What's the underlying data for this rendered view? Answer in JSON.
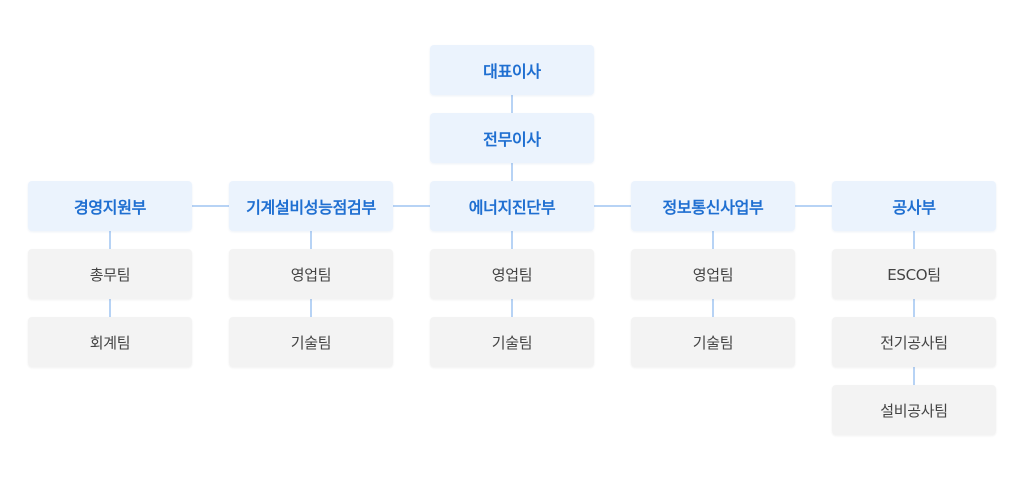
{
  "org": {
    "ceo": "대표이사",
    "executive_director": "전무이사",
    "departments": [
      {
        "name": "경영지원부",
        "teams": [
          "총무팀",
          "회계팀"
        ]
      },
      {
        "name": "기계설비성능점검부",
        "teams": [
          "영업팀",
          "기술팀"
        ]
      },
      {
        "name": "에너지진단부",
        "teams": [
          "영업팀",
          "기술팀"
        ]
      },
      {
        "name": "정보통신사업부",
        "teams": [
          "영업팀",
          "기술팀"
        ]
      },
      {
        "name": "공사부",
        "teams": [
          "ESCO팀",
          "전기공사팀",
          "설비공사팀"
        ]
      }
    ]
  },
  "colors": {
    "connector": "#b7d3f5",
    "dept_bg": "#ebf3fd",
    "dept_text": "#1f6fd1",
    "team_bg": "#f3f3f3",
    "team_text": "#444444"
  }
}
